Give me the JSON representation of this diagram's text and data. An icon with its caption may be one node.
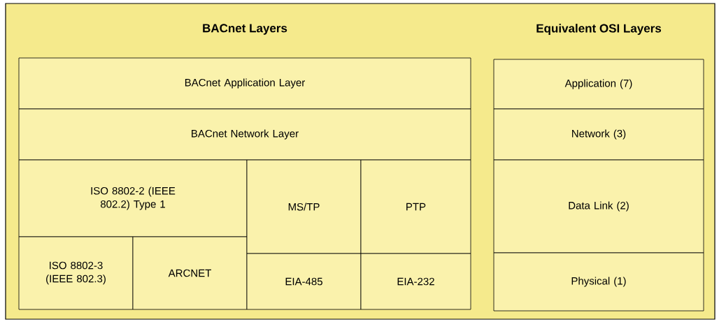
{
  "diagram": {
    "nodes": [
      {
        "text": [
          "BACnet Application Layer"
        ]
      },
      {
        "text": [
          "BACnet Network Layer"
        ]
      },
      {
        "text": [
          "ISO 8802-2 (IEEE 802.2) Type 1"
        ]
      },
      {
        "text": [
          "ISO 8802-3 (IEEE 802.3)"
        ]
      },
      {
        "text": [
          "ARCNET"
        ]
      },
      {
        "text": [
          "MS/TP"
        ]
      },
      {
        "text": [
          "EIA-485"
        ]
      },
      {
        "text": [
          "PTP"
        ]
      },
      {
        "text": [
          "EIA-232"
        ]
      },
      {
        "text": [
          "Application (7)"
        ]
      },
      {
        "text": [
          "Network (3)"
        ]
      },
      {
        "text": [
          "Data Link (2)"
        ]
      },
      {
        "text": [
          "Physical (1)"
        ]
      }
    ],
    "labels": [
      "BACnet Layers",
      "Equivalent OSI Layers"
    ]
  }
}
